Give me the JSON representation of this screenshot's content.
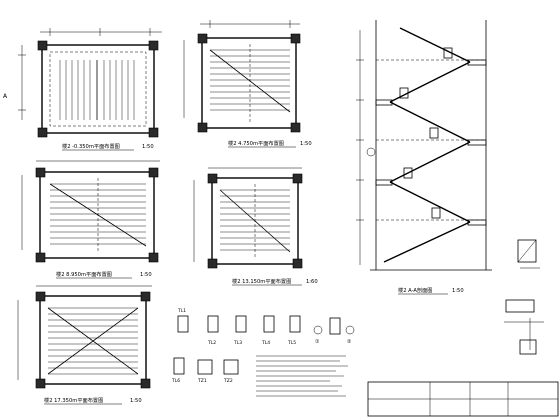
{
  "drawing": {
    "plans": [
      {
        "title": "楼2 -0.350m平面布置图",
        "scale": "1:50"
      },
      {
        "title": "楼2 4.750m平面布置图",
        "scale": "1:50"
      },
      {
        "title": "楼2 8.950m平面布置图",
        "scale": "1:50"
      },
      {
        "title": "楼2 13.150m平面布置图",
        "scale": "1:60"
      },
      {
        "title": "楼2 17.350m平面布置图",
        "scale": "1:50"
      }
    ],
    "section": {
      "title": "楼2 A-A剖面图",
      "scale": "1:50",
      "marker": "A"
    },
    "beams": [
      {
        "label": "TL1"
      },
      {
        "label": "TL2"
      },
      {
        "label": "TL3"
      },
      {
        "label": "TL4"
      },
      {
        "label": "TL5"
      },
      {
        "label": "TL6"
      },
      {
        "label": "TZ1"
      },
      {
        "label": "TZ2"
      }
    ],
    "detail_marks": [
      "①",
      "②"
    ]
  }
}
